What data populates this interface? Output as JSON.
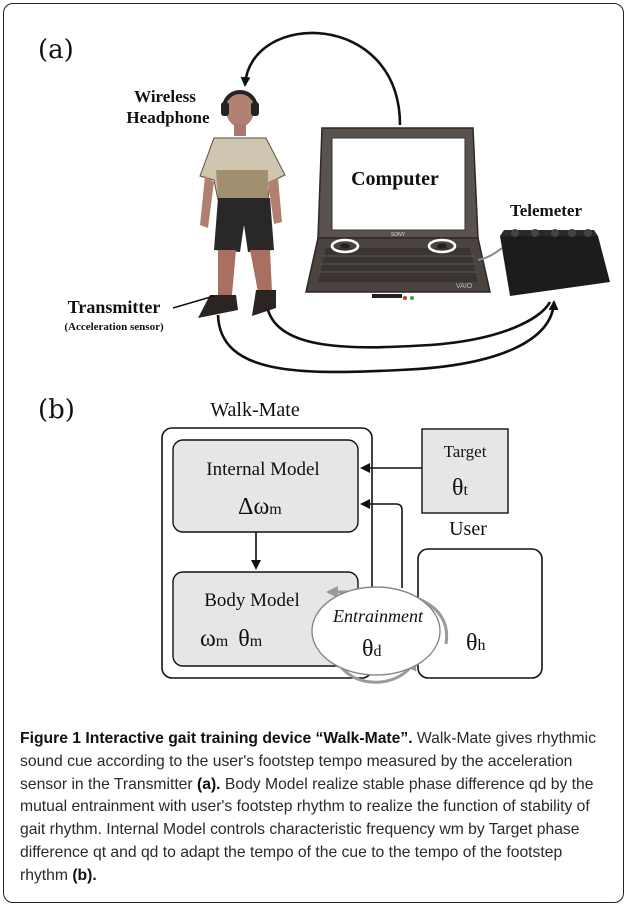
{
  "panel_a": {
    "label": "(a)",
    "headphone_label_line1": "Wireless",
    "headphone_label_line2": "Headphone",
    "computer_label": "Computer",
    "telemeter_label": "Telemeter",
    "transmitter_label": "Transmitter",
    "transmitter_sublabel": "(Acceleration sensor)",
    "laptop_brand": "SONY",
    "laptop_logo": "VAIO"
  },
  "panel_b": {
    "label": "(b)",
    "walkmate_title": "Walk-Mate",
    "internal_model_title": "Internal Model",
    "internal_model_delta": "Δ",
    "internal_model_omega": "ω",
    "internal_model_sub": "m",
    "target_title": "Target",
    "target_theta": "θ",
    "target_sub": "t",
    "body_model_title": "Body Model",
    "body_omega": "ω",
    "body_omega_sub": "m",
    "body_theta": "θ",
    "body_theta_sub": "m",
    "entrainment_title": "Entrainment",
    "entrainment_theta": "θ",
    "entrainment_sub": "d",
    "user_title": "User",
    "user_theta": "θ",
    "user_sub": "h"
  },
  "caption": {
    "title": "Figure 1 Interactive gait training device “Walk-Mate”.",
    "body_part1": " Walk-Mate gives rhythmic sound cue according to the user's footstep tempo measured by the acceleration sensor in the Transmitter ",
    "ref_a": "(a).",
    "body_part2": " Body Model realize stable phase difference qd by the mutual entrainment with user's footstep rhythm to realize the function of stability of gait rhythm. Internal Model controls characteristic frequency wm by Target phase difference qt and qd to adapt the tempo of the cue to the tempo of the footstep rhythm ",
    "ref_b": "(b)."
  },
  "colors": {
    "box_fill": "#e6e6e6",
    "line": "#111111",
    "entrainment_arrow": "#9a9a9a",
    "telemeter": "#1c1c1c",
    "laptop_body": "#4a4340"
  }
}
